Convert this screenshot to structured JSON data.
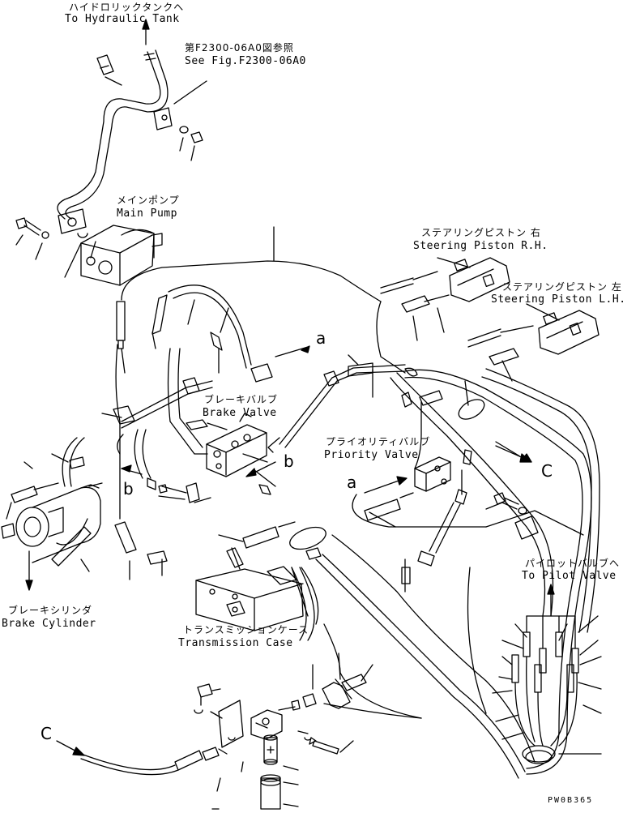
{
  "labels": {
    "hydraulic_tank_jp": "ハイドロリックタンクへ",
    "hydraulic_tank_en": "To Hydraulic Tank",
    "see_fig_jp": "第F2300-06A0図参照",
    "see_fig_en": "See Fig.F2300-06A0",
    "main_pump_jp": "メインポンプ",
    "main_pump_en": "Main Pump",
    "steering_rh_jp": "ステアリングピストン 右",
    "steering_rh_en": "Steering Piston R.H.",
    "steering_lh_jp": "ステアリングピストン 左",
    "steering_lh_en": "Steering Piston L.H.",
    "brake_valve_jp": "ブレーキバルブ",
    "brake_valve_en": "Brake Valve",
    "priority_valve_jp": "プライオリティバルブ",
    "priority_valve_en": "Priority Valve",
    "pilot_valve_jp": "パイロットバルブへ",
    "pilot_valve_en": "To Pilot Valve",
    "brake_cylinder_jp": "ブレーキシリンダ",
    "brake_cylinder_en": "Brake Cylinder",
    "transmission_jp": "トランスミッションケース",
    "transmission_en": "Transmission Case",
    "drawing_code": "PW0B365"
  },
  "connection_marks": {
    "a": "a",
    "b": "b",
    "c": "C"
  }
}
